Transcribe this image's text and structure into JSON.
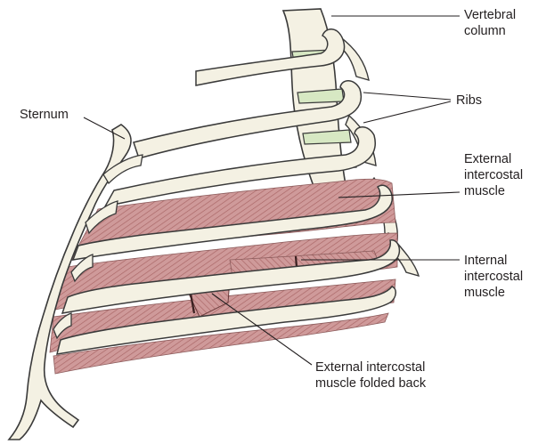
{
  "figure": {
    "colors": {
      "bone_fill": "#f4f1e3",
      "bone_stroke": "#3a3a3a",
      "muscle_fill": "#cf9a9a",
      "muscle_stripe": "#a86464",
      "disc_fill": "#d7e8c3",
      "leader": "#231f20"
    }
  },
  "labels": {
    "sternum": "Sternum",
    "vertebral_column": "Vertebral\ncolumn",
    "ribs": "Ribs",
    "external_intercostal": "External\nintercostal\nmuscle",
    "internal_intercostal": "Internal\nintercostal\nmuscle",
    "external_folded": "External intercostal\nmuscle folded back"
  }
}
